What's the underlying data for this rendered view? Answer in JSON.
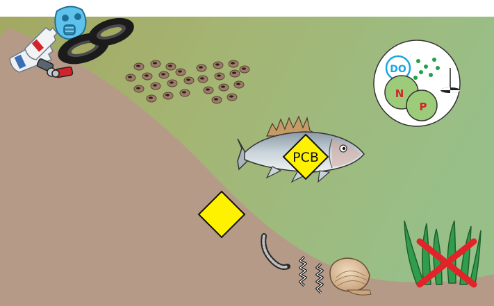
{
  "labels": {
    "dissolved_oxygen": "DO",
    "nitrogen": "N",
    "phosphorus": "P",
    "fish_contaminant": "PCB"
  },
  "colors": {
    "water_shallow": "#a3a862",
    "water_deep": "#9dbf86",
    "sediment": "#b59a87",
    "warning_yellow": "#fff200",
    "do_blue": "#1aa6e0",
    "nutrient_red": "#d2232a",
    "nutrient_green": "#9ccc7a",
    "algae_dots": "#1fa24a",
    "cross_red": "#e0242a",
    "seagrass": "#2f9d4c"
  },
  "icons": [
    "water-surface-icon",
    "sediment-slope-icon",
    "plastic-bottle-icon",
    "gas-mask-icon",
    "tire-icon",
    "soda-can-icon",
    "fish-eggs-icon",
    "water-quality-inset-icon",
    "secchi-disk-icon",
    "fish-icon",
    "pcb-warning-icon",
    "toxic-warning-icon",
    "worm-icon",
    "clam-icon",
    "seagrass-icon",
    "red-x-icon"
  ]
}
